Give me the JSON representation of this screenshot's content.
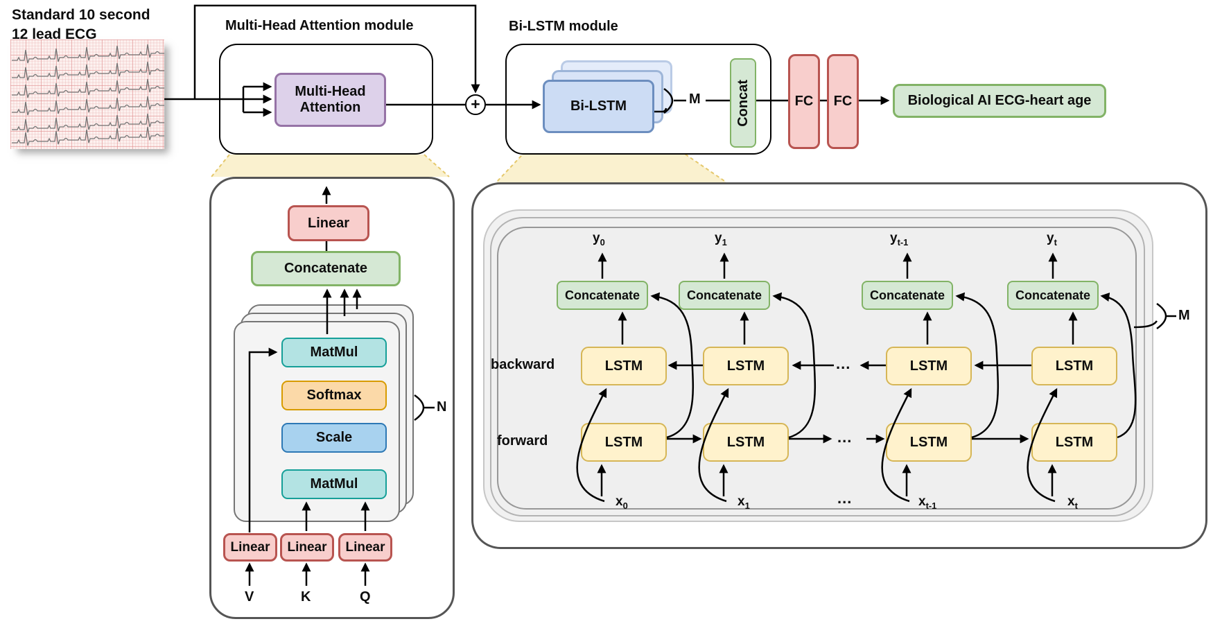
{
  "ecg": {
    "caption_line1": "Standard 10 second",
    "caption_line2": "12 lead ECG"
  },
  "top": {
    "mha_title": "Multi-Head Attention module",
    "mha_line1": "Multi-Head",
    "mha_line2": "Attention",
    "plus": "+",
    "bilstm_title": "Bi-LSTM module",
    "bilstm_box": "Bi-LSTM",
    "m": "M",
    "concat": "Concat",
    "fc1": "FC",
    "fc2": "FC",
    "output": "Biological AI ECG-heart age"
  },
  "mha": {
    "linear": "Linear",
    "concatenate": "Concatenate",
    "matmul_top": "MatMul",
    "softmax": "Softmax",
    "scale": "Scale",
    "matmul_bottom": "MatMul",
    "n": "N",
    "projections": [
      {
        "label": "Linear",
        "input": "V"
      },
      {
        "label": "Linear",
        "input": "K"
      },
      {
        "label": "Linear",
        "input": "Q"
      }
    ]
  },
  "bl": {
    "backward": "backward",
    "forward": "forward",
    "m": "M",
    "concatenate": "Concatenate",
    "lstm": "LSTM",
    "dots": "...",
    "columns": [
      {
        "y_base": "y",
        "y_sub": "0",
        "x_base": "x",
        "x_sub": "0"
      },
      {
        "y_base": "y",
        "y_sub": "1",
        "x_base": "x",
        "x_sub": "1"
      },
      {
        "y_base": "y",
        "y_sub": "t-1",
        "x_base": "x",
        "x_sub": "t-1"
      },
      {
        "y_base": "y",
        "y_sub": "t",
        "x_base": "x",
        "x_sub": "t"
      }
    ]
  },
  "colors": {
    "purple_fill": "#ddd1ea",
    "purple_border": "#9673a6",
    "blue_fill": "#ccdcf4",
    "blue_border": "#6c8ebf",
    "green_fill": "#d5e8d4",
    "green_border": "#82b366",
    "red_fill": "#f8cecc",
    "red_border": "#b85450",
    "teal_fill": "#b3e3e3",
    "teal_border": "#159f98",
    "orange_fill": "#fbd9a8",
    "orange_border": "#d79b00",
    "scale_blue_fill": "#a8d2ef",
    "scale_blue_border": "#2d78b5",
    "lstm_yellow_fill": "#fff2cc",
    "lstm_yellow_border": "#d6b656",
    "zoom_highlight": "#faf0cc"
  }
}
